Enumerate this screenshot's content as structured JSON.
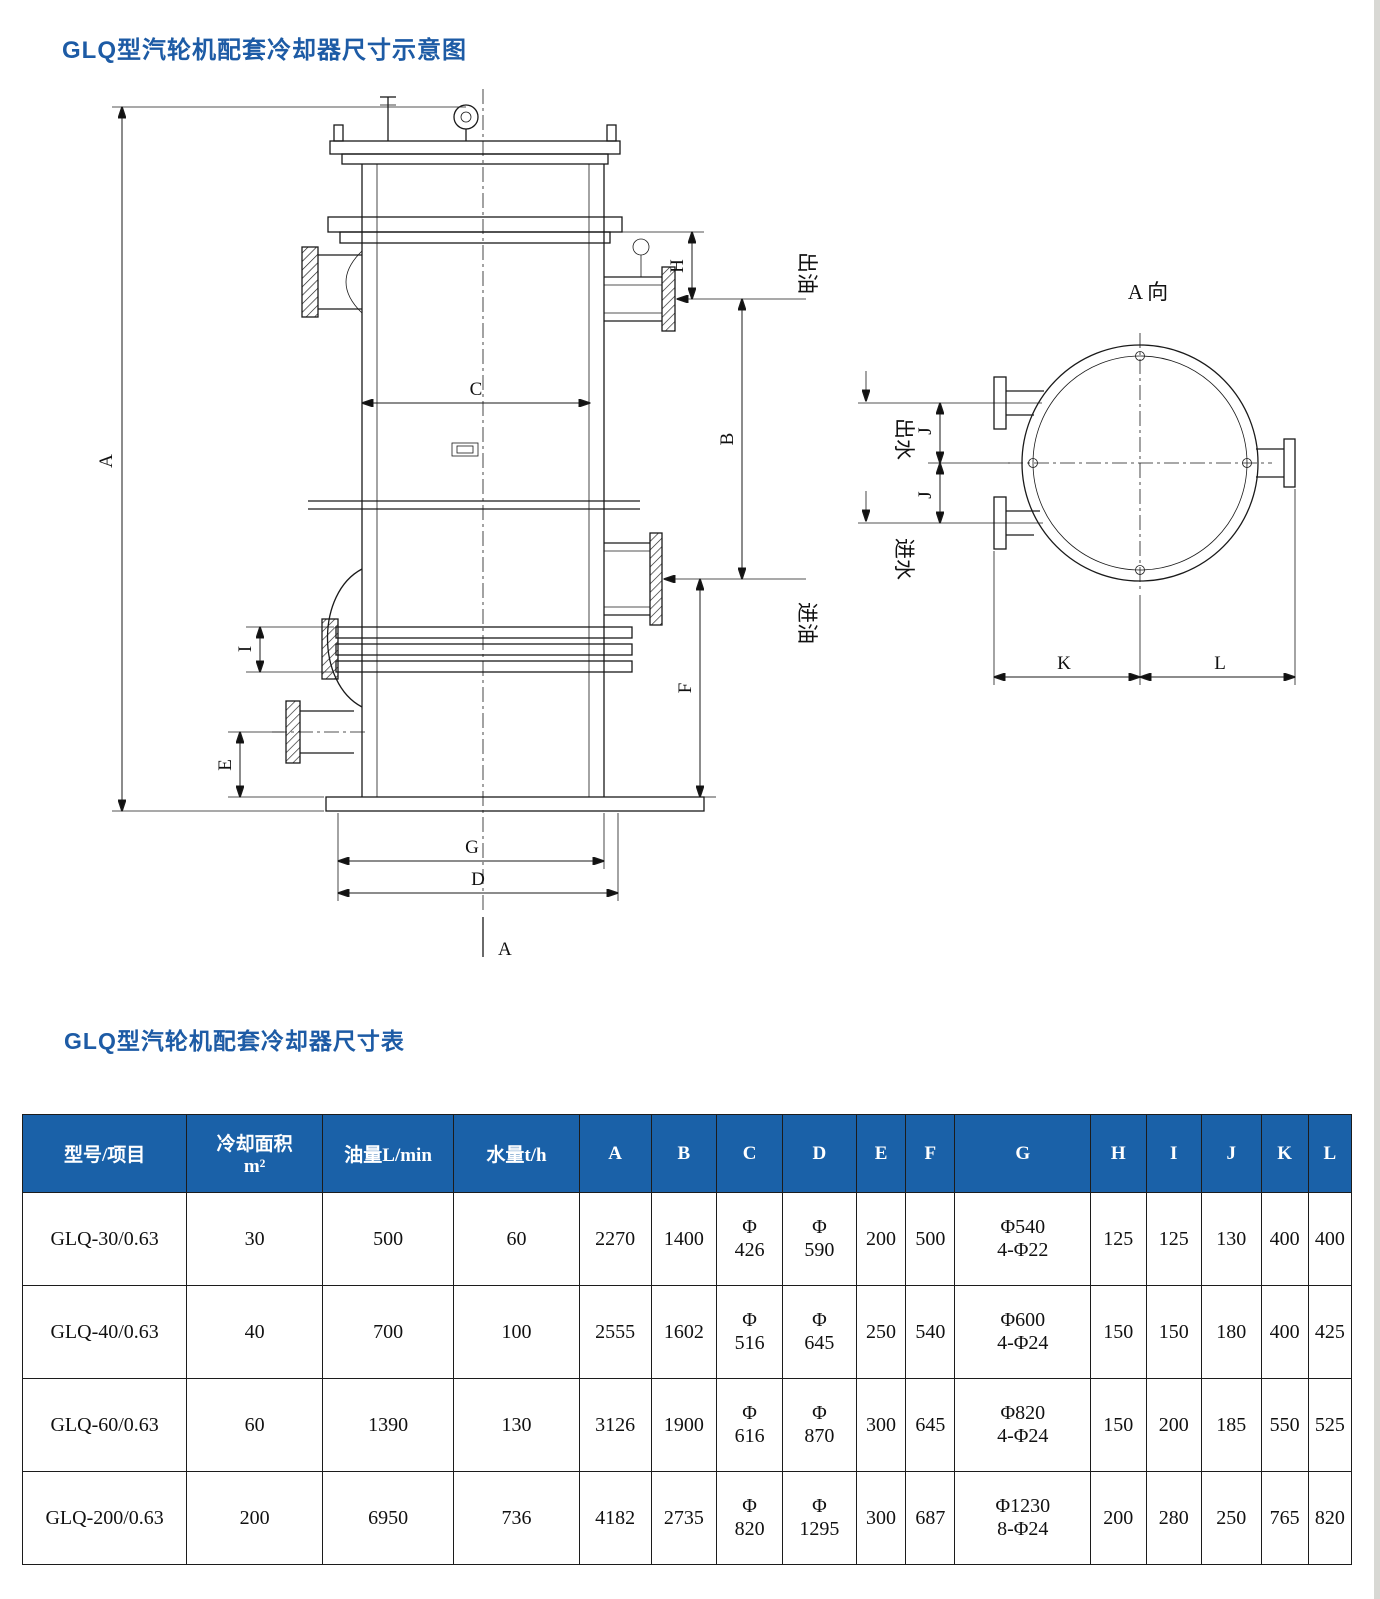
{
  "page": {
    "diagram_title": "GLQ型汽轮机配套冷却器尺寸示意图",
    "table_title": "GLQ型汽轮机配套冷却器尺寸表"
  },
  "drawing": {
    "view_label": "A 向",
    "section_label": "A",
    "ports": {
      "oil_out": "出油",
      "oil_in": "进油",
      "water_out": "出水",
      "water_in": "进水"
    },
    "dims": {
      "A": "A",
      "B": "B",
      "C": "C",
      "D": "D",
      "E": "E",
      "F": "F",
      "G": "G",
      "H": "H",
      "I": "I",
      "J1": "J",
      "J2": "J",
      "K": "K",
      "L": "L"
    }
  },
  "table": {
    "headers": [
      "型号/项目",
      "冷却面积\nm²",
      "油量L/min",
      "水量t/h",
      "A",
      "B",
      "C",
      "D",
      "E",
      "F",
      "G",
      "H",
      "I",
      "J",
      "K",
      "L"
    ],
    "rows": [
      [
        "GLQ-30/0.63",
        "30",
        "500",
        "60",
        "2270",
        "1400",
        "Φ\n426",
        "Φ\n590",
        "200",
        "500",
        "Φ540\n4-Φ22",
        "125",
        "125",
        "130",
        "400",
        "400"
      ],
      [
        "GLQ-40/0.63",
        "40",
        "700",
        "100",
        "2555",
        "1602",
        "Φ\n516",
        "Φ\n645",
        "250",
        "540",
        "Φ600\n4-Φ24",
        "150",
        "150",
        "180",
        "400",
        "425"
      ],
      [
        "GLQ-60/0.63",
        "60",
        "1390",
        "130",
        "3126",
        "1900",
        "Φ\n616",
        "Φ\n870",
        "300",
        "645",
        "Φ820\n4-Φ24",
        "150",
        "200",
        "185",
        "550",
        "525"
      ],
      [
        "GLQ-200/0.63",
        "200",
        "6950",
        "736",
        "4182",
        "2735",
        "Φ\n820",
        "Φ\n1295",
        "300",
        "687",
        "Φ1230\n8-Φ24",
        "200",
        "280",
        "250",
        "765",
        "820"
      ]
    ]
  }
}
